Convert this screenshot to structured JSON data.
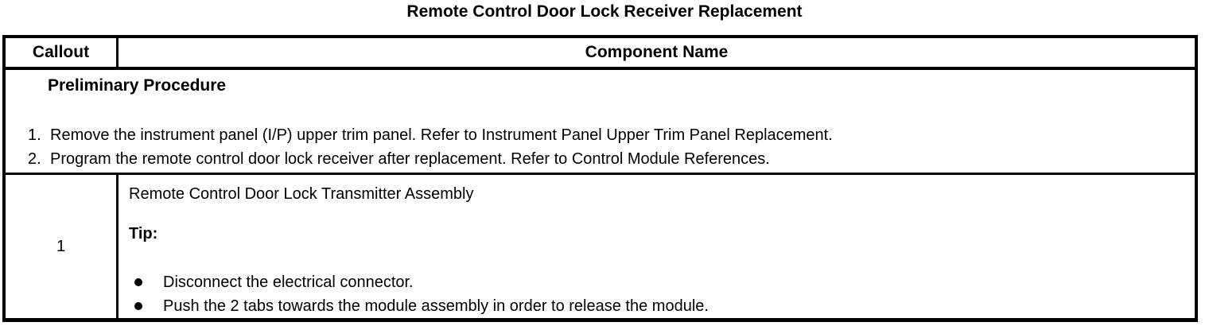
{
  "page": {
    "title": "Remote Control Door Lock Receiver Replacement"
  },
  "theme": {
    "background": "#ffffff",
    "text": "#000000",
    "border": "#000000"
  },
  "table": {
    "header": {
      "callout": "Callout",
      "component_name": "Component Name"
    },
    "preliminary": {
      "heading": "Preliminary Procedure",
      "steps": [
        {
          "num": "1.",
          "text": "Remove the instrument panel (I/P) upper trim panel. Refer to Instrument Panel Upper Trim Panel Replacement."
        },
        {
          "num": "2.",
          "text": "Program the remote control door lock receiver after replacement. Refer to Control Module References."
        }
      ]
    },
    "rows": [
      {
        "callout": "1",
        "component": "Remote Control Door Lock Transmitter Assembly",
        "tip_label": "Tip:",
        "bullets": [
          "Disconnect the electrical connector.",
          "Push the 2 tabs towards the module assembly in order to release the module."
        ]
      }
    ]
  }
}
